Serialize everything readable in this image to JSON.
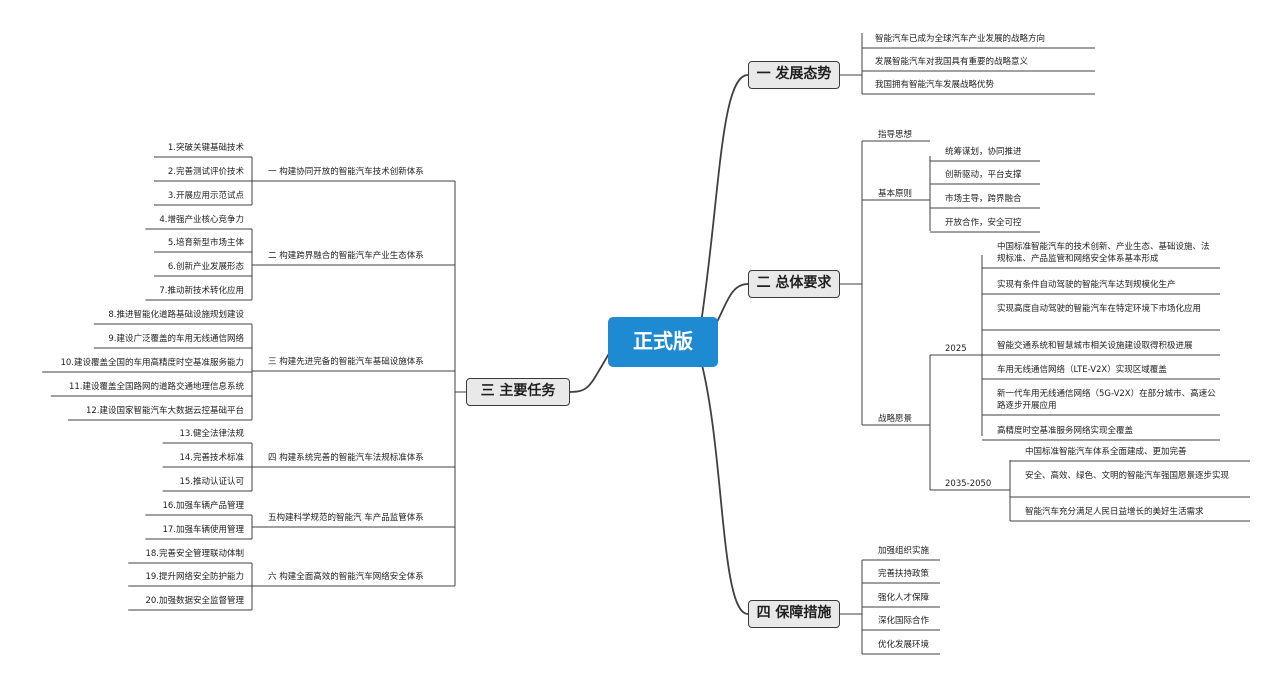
{
  "central": "正式版",
  "b1": {
    "title": "一 发展态势",
    "items": [
      "智能汽车已成为全球汽车产业发展的战略方向",
      "发展智能汽车对我国具有重要的战略意义",
      "我国拥有智能汽车发展战略优势"
    ]
  },
  "b2": {
    "title": "二 总体要求",
    "guiding": "指导思想",
    "principles": {
      "label": "基本原则",
      "items": [
        "统筹谋划，协同推进",
        "创新驱动，平台支撑",
        "市场主导，跨界融合",
        "开放合作，安全可控"
      ]
    },
    "vision": {
      "label": "战略愿景",
      "y2025": {
        "label": "2025",
        "items": [
          "中国标准智能汽车的技术创新、产业生态、基础设施、法规标准、产品监管和网络安全体系基本形成",
          "实现有条件自动驾驶的智能汽车达到规模化生产",
          "实现高度自动驾驶的智能汽车在特定环境下市场化应用",
          "智能交通系统和智慧城市相关设施建设取得积极进展",
          "车用无线通信网络（LTE-V2X）实现区域覆盖",
          "新一代车用无线通信网络（5G-V2X）在部分城市、高速公路逐步开展应用",
          "高精度时空基准服务网络实现全覆盖"
        ]
      },
      "y2035": {
        "label": "2035-2050",
        "items": [
          "中国标准智能汽车体系全面建成、更加完善",
          "安全、高效、绿色、文明的智能汽车强国愿景逐步实现",
          "智能汽车充分满足人民日益增长的美好生活需求"
        ]
      }
    }
  },
  "b3": {
    "title": "三 主要任务",
    "groups": [
      {
        "label": "一 构建协同开放的智能汽车技术创新体系",
        "items": [
          "1.突破关键基础技术",
          "2.完善测试评价技术",
          "3.开展应用示范试点"
        ]
      },
      {
        "label": "二 构建跨界融合的智能汽车产业生态体系",
        "items": [
          "4.增强产业核心竞争力",
          "5.培育新型市场主体",
          "6.创新产业发展形态",
          "7.推动新技术转化应用"
        ]
      },
      {
        "label": "三 构建先进完备的智能汽车基础设施体系",
        "items": [
          "8.推进智能化道路基础设施规划建设",
          "9.建设广泛覆盖的车用无线通信网络",
          "10.建设覆盖全国的车用高精度时空基准服务能力",
          "11.建设覆盖全国路网的道路交通地理信息系统",
          "12.建设国家智能汽车大数据云控基础平台"
        ]
      },
      {
        "label": "四 构建系统完善的智能汽车法规标准体系",
        "items": [
          "13.健全法律法规",
          "14.完善技术标准",
          "15.推动认证认可"
        ]
      },
      {
        "label": "五构建科学规范的智能汽 车产品监管体系",
        "items": [
          "16.加强车辆产品管理",
          "17.加强车辆使用管理"
        ]
      },
      {
        "label": "六 构建全面高效的智能汽车网络安全体系",
        "items": [
          "18.完善安全管理联动体制",
          "19.提升网络安全防护能力",
          "20.加强数据安全监督管理"
        ]
      }
    ]
  },
  "b4": {
    "title": "四 保障措施",
    "items": [
      "加强组织实施",
      "完善扶持政策",
      "强化人才保障",
      "深化国际合作",
      "优化发展环境"
    ]
  }
}
